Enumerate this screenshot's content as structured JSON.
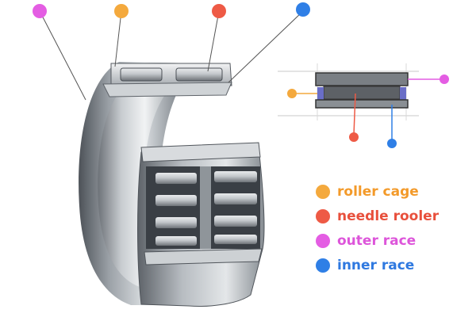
{
  "colors": {
    "roller_cage": "#f4a93d",
    "needle_roller": "#ee5a45",
    "outer_race": "#e45de3",
    "inner_race": "#2f7fe6"
  },
  "legend": [
    {
      "key": "roller_cage",
      "label": "roller cage",
      "dot_color": "#f4a93d",
      "text_color": "#f39a2a"
    },
    {
      "key": "needle_roller",
      "label": "needle rooler",
      "dot_color": "#ee5a45",
      "text_color": "#e8503c"
    },
    {
      "key": "outer_race",
      "label": "outer race",
      "dot_color": "#e45de3",
      "text_color": "#dd55da"
    },
    {
      "key": "inner_race",
      "label": "inner race",
      "dot_color": "#2f7fe6",
      "text_color": "#2f79e0"
    }
  ]
}
